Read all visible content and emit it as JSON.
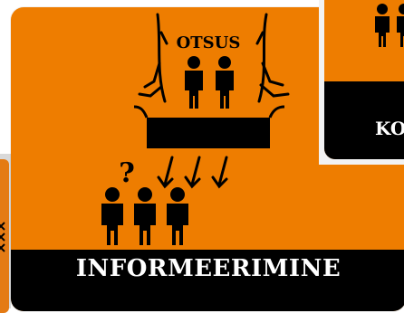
{
  "main_card": {
    "caption_top": "OTSUS",
    "question_mark": "?",
    "footer_label": "INFORMEERIMINE"
  },
  "second_card": {
    "footer_label_partial": "KO"
  },
  "colors": {
    "accent_orange": "#ee7d00",
    "footer_black": "#000000",
    "footer_text_white": "#ffffff"
  },
  "icons": [
    "people-group-icon",
    "decision-table-icon",
    "arrow-down-icon",
    "question-mark-icon"
  ]
}
